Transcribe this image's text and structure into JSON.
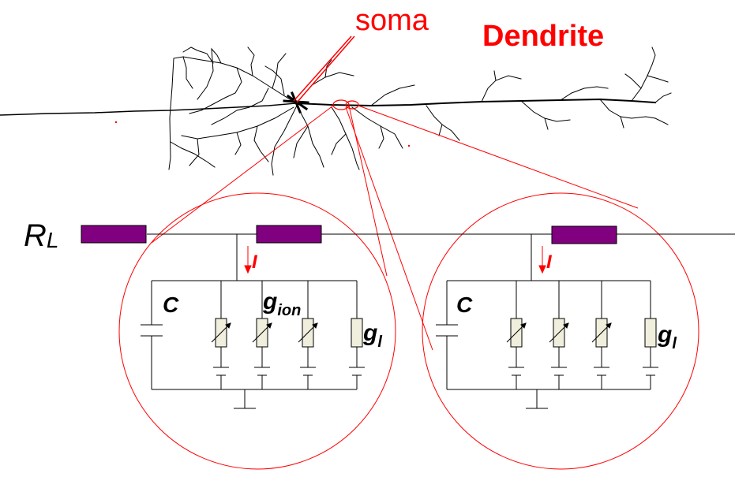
{
  "labels": {
    "soma": "soma",
    "dendrite": "Dendrite",
    "rl_main": "R",
    "rl_sub": "L",
    "current": "I",
    "capacitor": "C",
    "gion_main": "g",
    "gion_sub": "ion",
    "gl_main": "g",
    "gl_sub": "l"
  },
  "colors": {
    "accent_red": "#ff0000",
    "resistor_fill": "#800080",
    "conductance_fill": "#f0eedc",
    "ink": "#000000"
  }
}
